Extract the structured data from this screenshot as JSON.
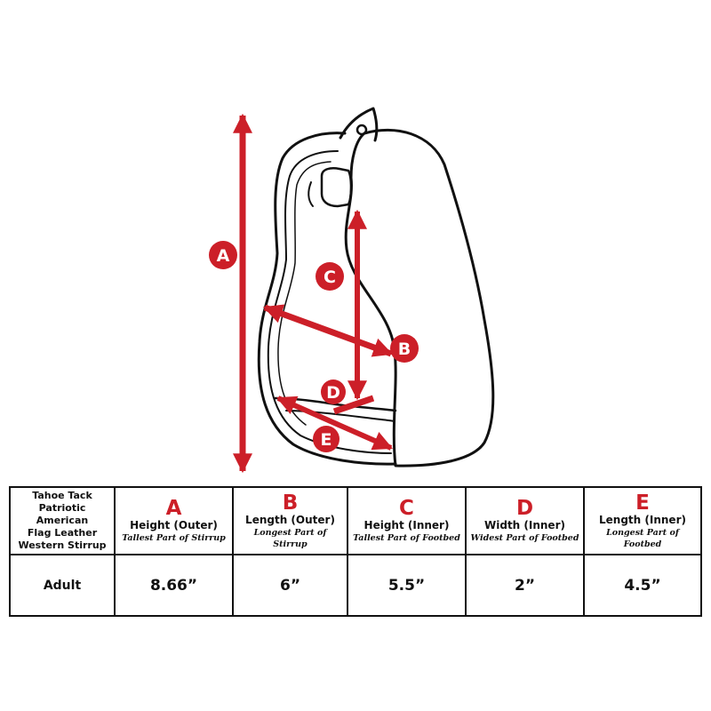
{
  "colors": {
    "accent": "#cc1f28",
    "outline": "#111111"
  },
  "diagram": {
    "callouts": [
      {
        "letter": "A"
      },
      {
        "letter": "B"
      },
      {
        "letter": "C"
      },
      {
        "letter": "D"
      },
      {
        "letter": "E"
      }
    ]
  },
  "table": {
    "product_lines": [
      "Tahoe Tack",
      "Patriotic American",
      "Flag Leather",
      "Western Stirrup"
    ],
    "columns": [
      {
        "letter": "A",
        "title": "Height (Outer)",
        "subtitle": "Tallest Part of Stirrup"
      },
      {
        "letter": "B",
        "title": "Length (Outer)",
        "subtitle": "Longest Part of Stirrup"
      },
      {
        "letter": "C",
        "title": "Height (Inner)",
        "subtitle": "Tallest Part of Footbed"
      },
      {
        "letter": "D",
        "title": "Width (Inner)",
        "subtitle": "Widest Part of Footbed"
      },
      {
        "letter": "E",
        "title": "Length (Inner)",
        "subtitle": "Longest Part of Footbed"
      }
    ],
    "rows": [
      {
        "label": "Adult",
        "values": [
          "8.66”",
          "6”",
          "5.5”",
          "2”",
          "4.5”"
        ]
      }
    ]
  }
}
